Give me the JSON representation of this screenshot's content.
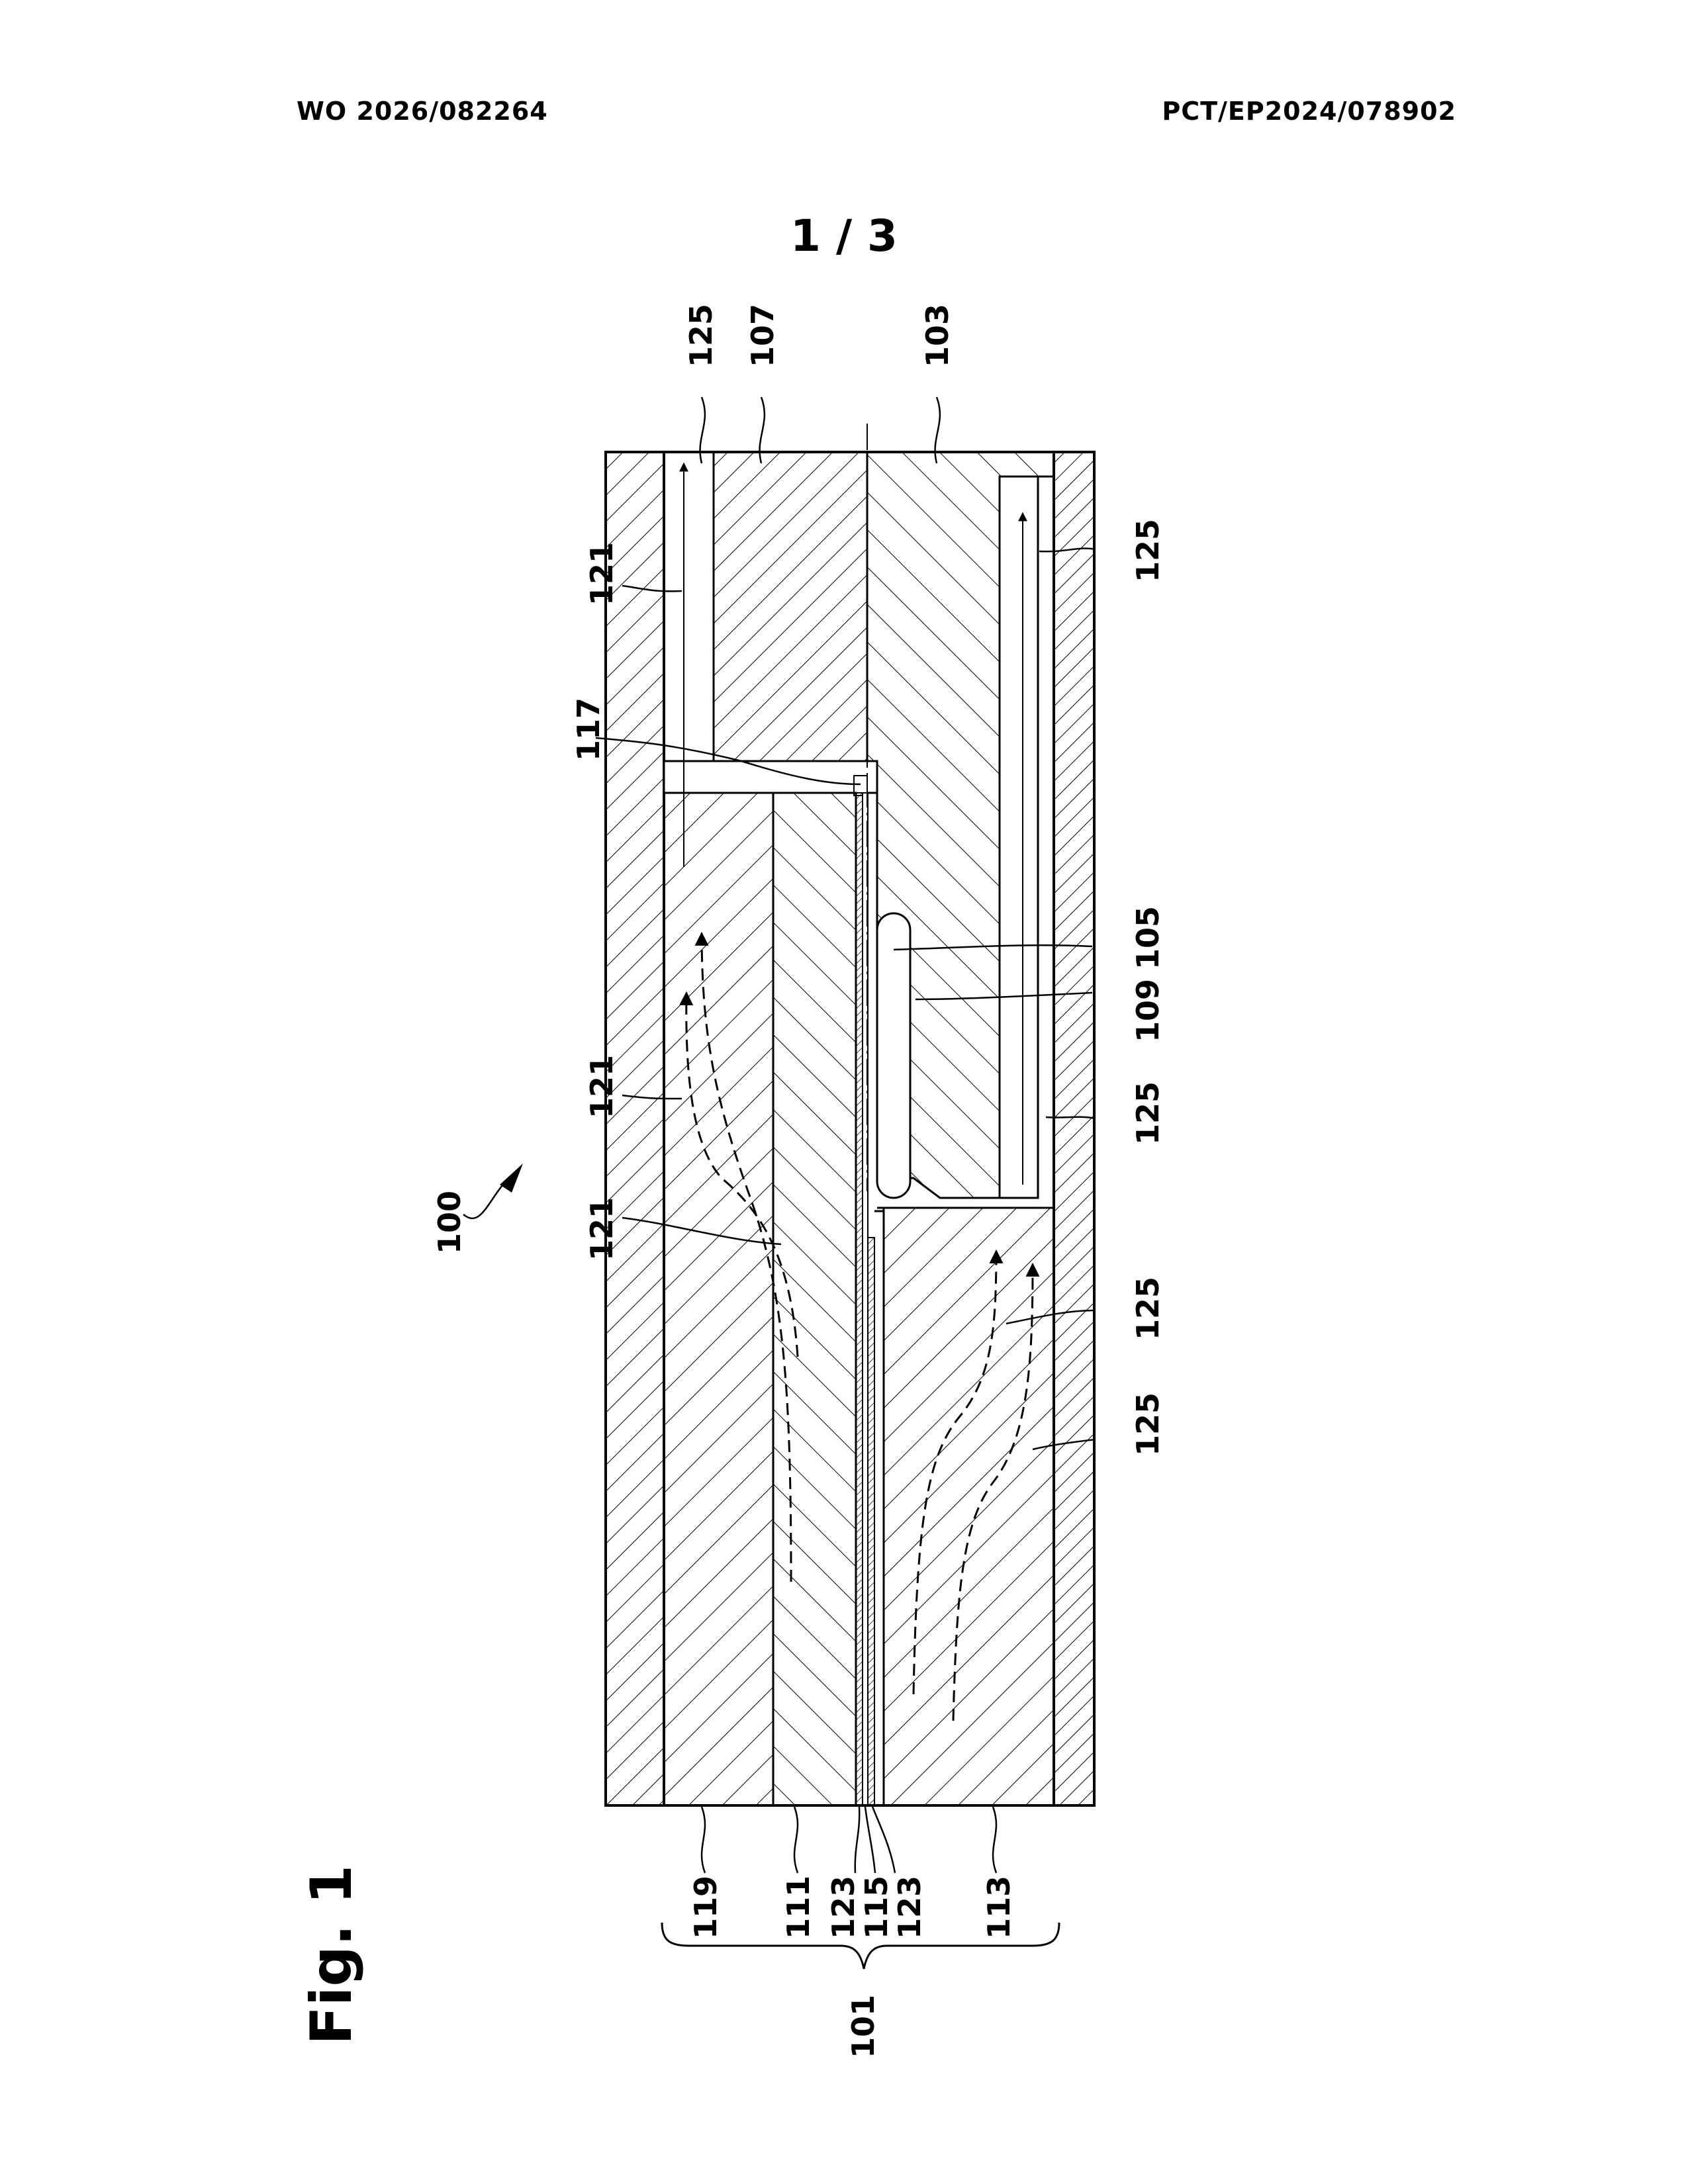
{
  "header": {
    "publication_number": "WO 2026/082264",
    "application_number": "PCT/EP2024/078902"
  },
  "sheet": "1 / 3",
  "figure": {
    "caption": "Fig. 1",
    "labels": {
      "r100": "100",
      "r101": "101",
      "r103": "103",
      "r105": "105",
      "r107": "107",
      "r109": "109",
      "r111": "111",
      "r113": "113",
      "r115": "115",
      "r117": "117",
      "r119": "119",
      "r121": "121",
      "r123": "123",
      "r125": "125"
    }
  }
}
